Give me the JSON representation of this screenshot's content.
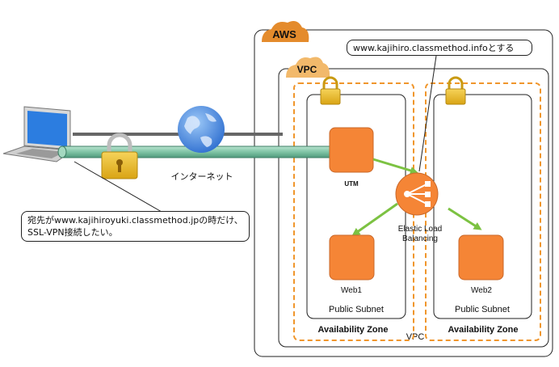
{
  "aws_badge": "AWS",
  "vpc_badge": "VPC",
  "vpc_label": "VPC",
  "internet_label": "インターネット",
  "utm_label": "UTM",
  "elb_label_line1": "Elastic Load",
  "elb_label_line2": "Balancing",
  "web1_label": "Web1",
  "web2_label": "Web2",
  "subnet_left_label": "Public Subnet",
  "subnet_right_label": "Public Subnet",
  "az_left_label": "Availability Zone",
  "az_right_label": "Availability Zone",
  "callout_top": "www.kajihiro.classmethod.infoとする",
  "callout_left_line1": "宛先がwww.kajihiroyuki.classmethod.jpの時だけ、",
  "callout_left_line2": "SSL-VPN接続したい。",
  "colors": {
    "aws_orange": "#e48b2c",
    "instance_orange": "#f58536",
    "az_border": "#f0962c",
    "tunnel": "#7fc4a5",
    "arrow_green": "#7cc242",
    "lock_gold": "#e2b21a"
  }
}
